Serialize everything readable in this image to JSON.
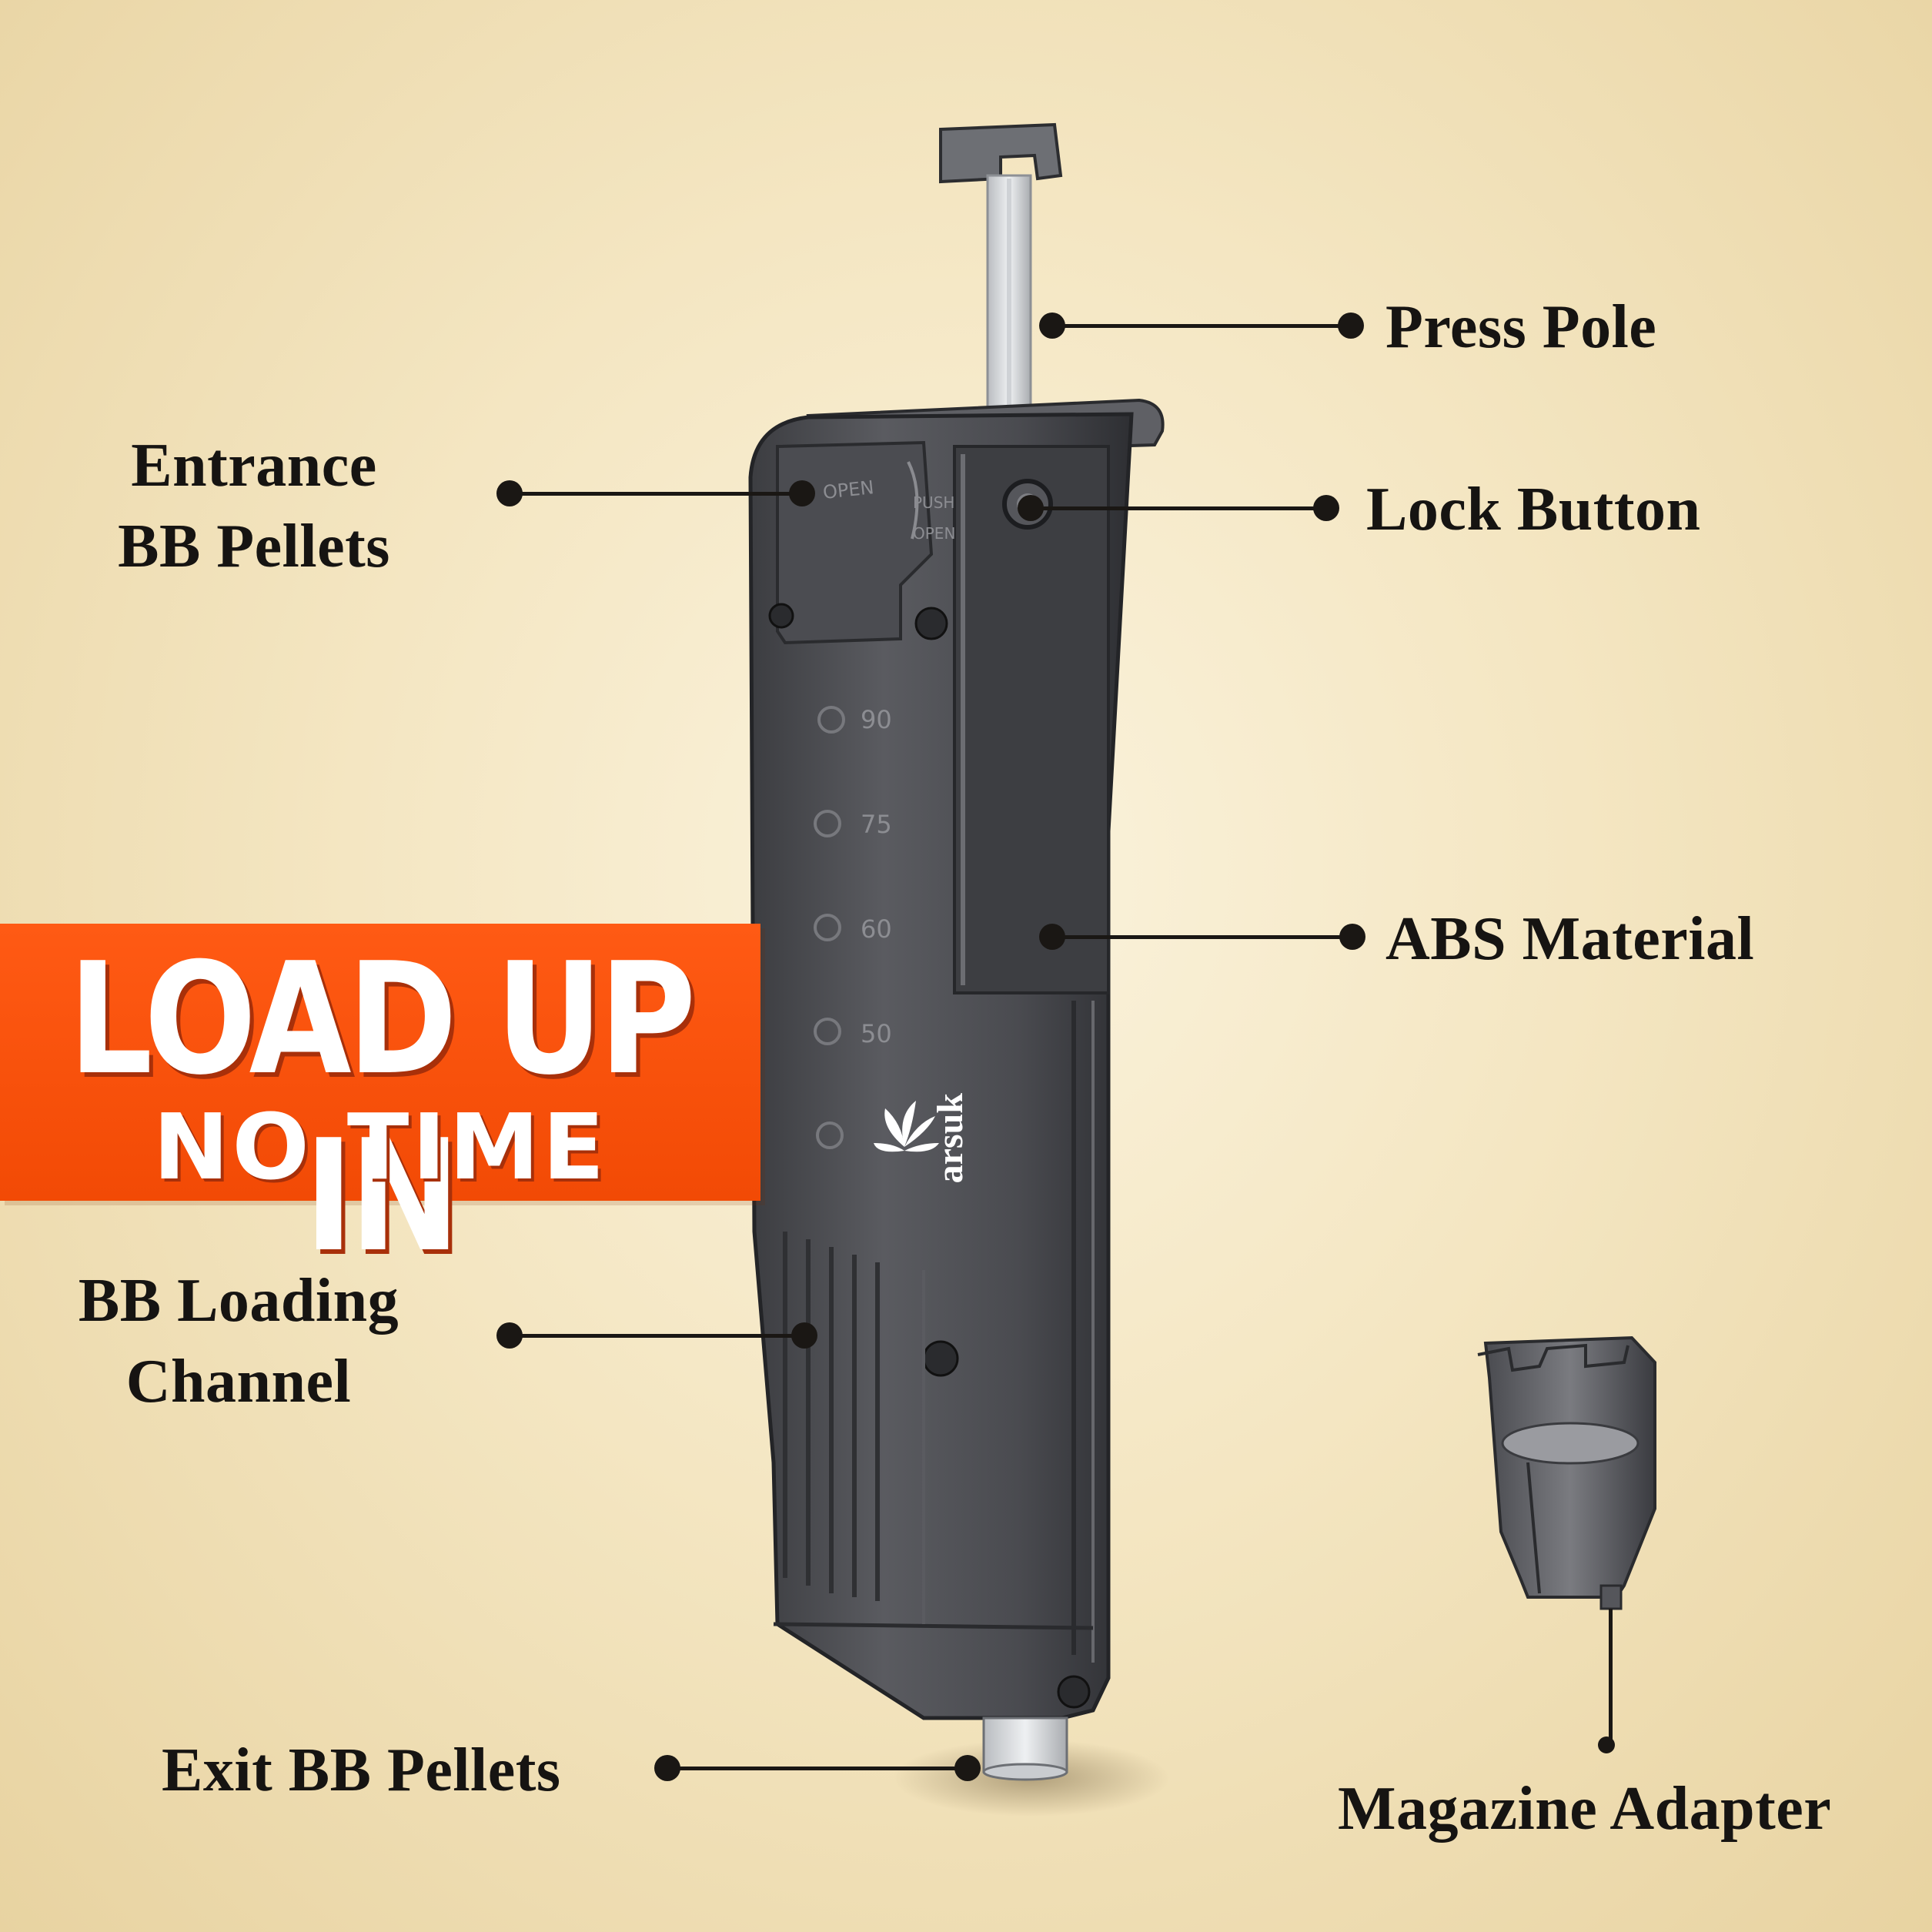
{
  "banner": {
    "line1": "LOAD UP IN",
    "line2": "NO TIME",
    "color": "#f24a05"
  },
  "callouts": {
    "press_pole": "Press Pole",
    "entrance_line1": "Entrance",
    "entrance_line2": "BB Pellets",
    "lock_button": "Lock Button",
    "abs_material": "ABS Material",
    "loading_line1": "BB Loading",
    "loading_line2": "Channel",
    "exit": "Exit BB Pellets",
    "magazine_adapter": "Magazine Adapter"
  },
  "loader_markings": {
    "open": "OPEN",
    "push1": "PUSH",
    "push2": "OPEN",
    "scale": [
      "90",
      "75",
      "60",
      "50"
    ]
  },
  "brand": {
    "name": "arsuk"
  },
  "colors": {
    "background": "#f4e6c2",
    "loader_body": "#4b4c50",
    "text": "#161412"
  }
}
